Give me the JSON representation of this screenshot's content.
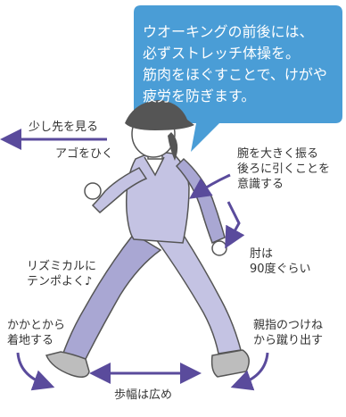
{
  "callout": {
    "lines": [
      "ウオーキングの前後には、",
      "必ずストレッチ体操を。",
      "筋肉をほぐすことで、けがや",
      "疲労を防ぎます。"
    ]
  },
  "labels": {
    "look_ahead": "少し先を見る",
    "chin": "アゴをひく",
    "arm_swing": [
      "腕を大きく振る",
      "後ろに引くことを",
      "意識する"
    ],
    "elbow": [
      "肘は",
      "90度ぐらい"
    ],
    "rhythm": [
      "リズミカルに",
      "テンポよく♪"
    ],
    "heel": [
      "かかとから",
      "着地する"
    ],
    "toe": [
      "親指のつけね",
      "から蹴り出す"
    ],
    "stride": "歩幅は広め"
  },
  "colors": {
    "accent_blue": "#4a9dd6",
    "arrow": "#5a4b9c",
    "outfit": "#c4c3e3",
    "outfit_shade": "#a9a7d3",
    "hat": "#555555",
    "skin": "#ffffff"
  }
}
